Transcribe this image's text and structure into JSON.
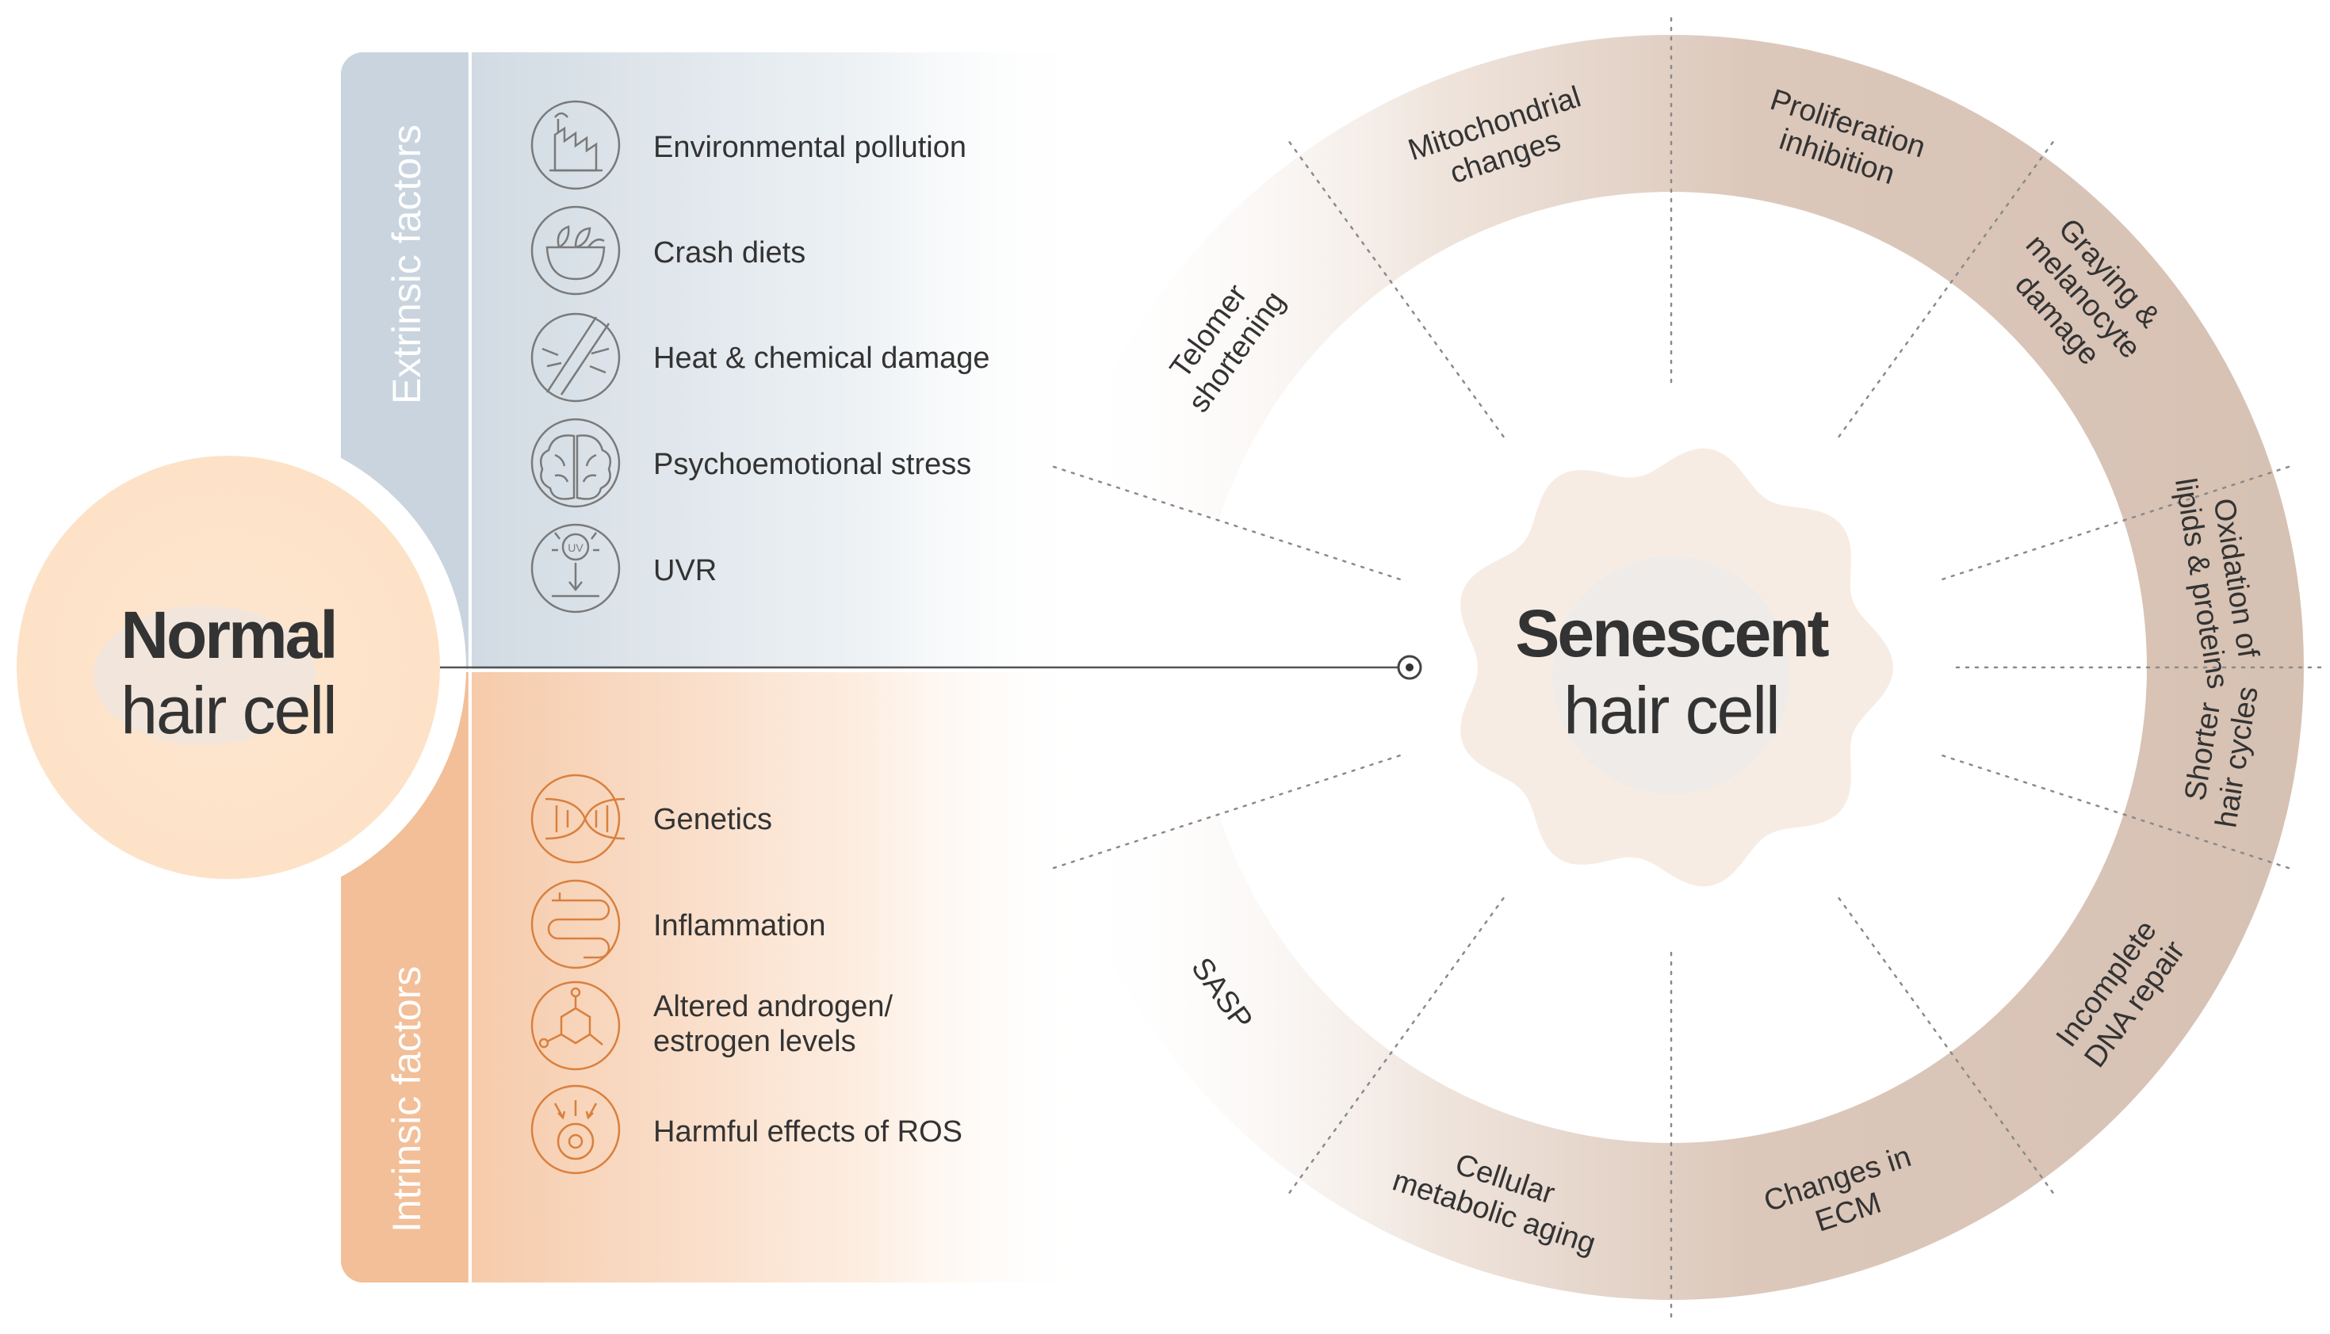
{
  "normal_cell": {
    "line1": "Normal",
    "line2": "hair cell"
  },
  "senescent_cell": {
    "line1": "Senescent",
    "line2": "hair cell"
  },
  "extrinsic": {
    "label": "Extrinsic factors",
    "items": [
      {
        "text": "Environmental pollution",
        "icon": "factory-icon"
      },
      {
        "text": "Crash diets",
        "icon": "salad-bowl-icon"
      },
      {
        "text": "Heat & chemical damage",
        "icon": "damaged-hair-icon"
      },
      {
        "text": "Psychoemotional stress",
        "icon": "brain-icon"
      },
      {
        "text": "UVR",
        "icon": "uv-icon"
      }
    ]
  },
  "intrinsic": {
    "label": "Intrinsic factors",
    "items": [
      {
        "lines": [
          "Genetics"
        ],
        "icon": "dna-icon"
      },
      {
        "lines": [
          "Inflammation"
        ],
        "icon": "intestine-icon"
      },
      {
        "lines": [
          "Altered androgen/",
          "estrogen levels"
        ],
        "icon": "molecule-icon"
      },
      {
        "lines": [
          "Harmful effects of ROS"
        ],
        "icon": "cell-damage-icon"
      }
    ]
  },
  "hallmarks": [
    {
      "lines": [
        "Mitochondrial",
        "changes"
      ]
    },
    {
      "lines": [
        "Proliferation",
        "inhibition"
      ]
    },
    {
      "lines": [
        "Graying &",
        "melanocyte",
        "damage"
      ]
    },
    {
      "lines": [
        "Oxidation of",
        "lipids & proteins"
      ]
    },
    {
      "lines": [
        "Shorter",
        "hair cycles"
      ]
    },
    {
      "lines": [
        "Incomplete",
        "DNA repair"
      ]
    },
    {
      "lines": [
        "Changes in",
        "ECM"
      ]
    },
    {
      "lines": [
        "Cellular",
        "metabolic aging"
      ]
    },
    {
      "lines": [
        "SASP"
      ]
    },
    {
      "lines": [
        "Telomer",
        "shortening"
      ]
    }
  ],
  "colors": {
    "extrinsic_panel": "#ccd6df",
    "intrinsic_panel": "#f4c4a0",
    "ring": "#dcc8bb",
    "normal_cell": "#fde4cc",
    "senescent_cell": "#f8ede4",
    "gray_icon": "#7a7a7a",
    "orange_icon": "#d9803e",
    "text": "#333333"
  }
}
